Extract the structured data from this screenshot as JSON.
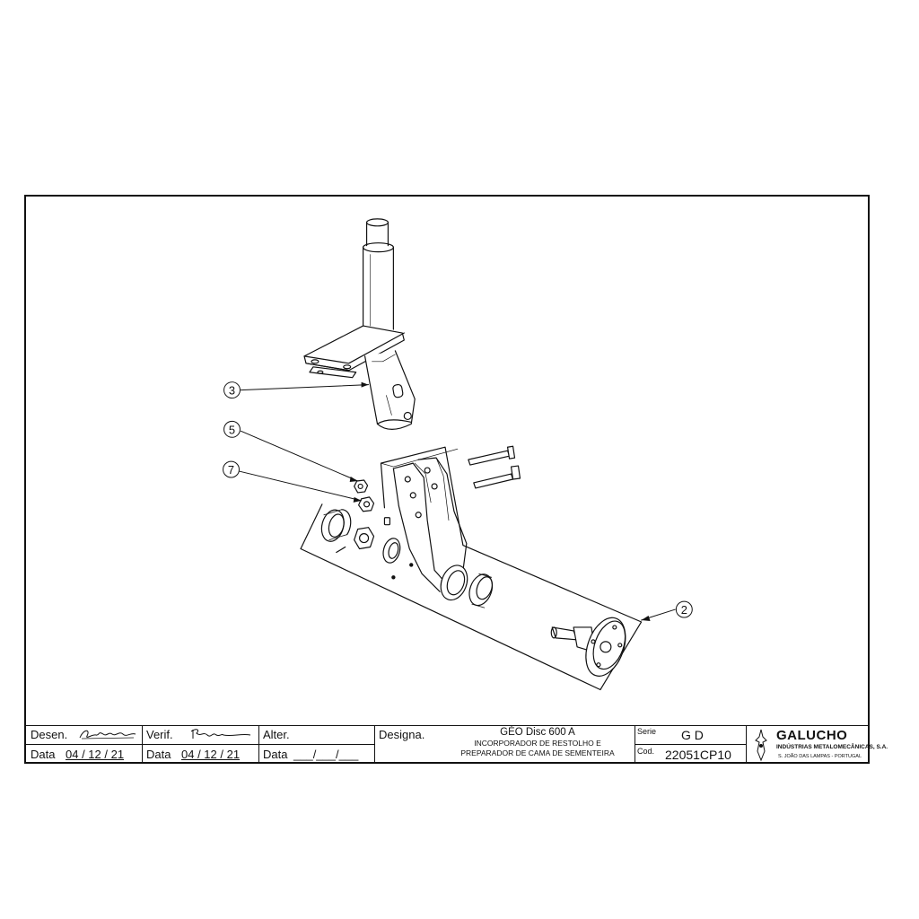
{
  "callouts": [
    {
      "num": "2"
    },
    {
      "num": "3"
    },
    {
      "num": "5"
    },
    {
      "num": "7"
    }
  ],
  "title_block": {
    "desen_label": "Desen.",
    "desen_data_label": "Data",
    "desen_date": "04 / 12 / 21",
    "verif_label": "Verif.",
    "verif_data_label": "Data",
    "verif_date": "04 / 12 / 21",
    "alter_label": "Alter.",
    "alter_data_label": "Data",
    "alter_date": "___/___/___",
    "designa_label": "Designa.",
    "designation_title": "GÉO Disc 600 A",
    "designation_line1": "INCORPORADOR DE RESTOLHO E",
    "designation_line2": "PREPARADOR DE CAMA DE SEMENTEIRA",
    "serie_label": "Serie",
    "serie_value": "G D",
    "cod_label": "Cod.",
    "cod_value": "22051CP10",
    "company_name": "GALUCHO",
    "company_sub": "INDÚSTRIAS METALOMECÂNICAS, S.A.",
    "company_addr": "S. JOÃO DAS LAMPAS  -  PORTUGAL"
  }
}
